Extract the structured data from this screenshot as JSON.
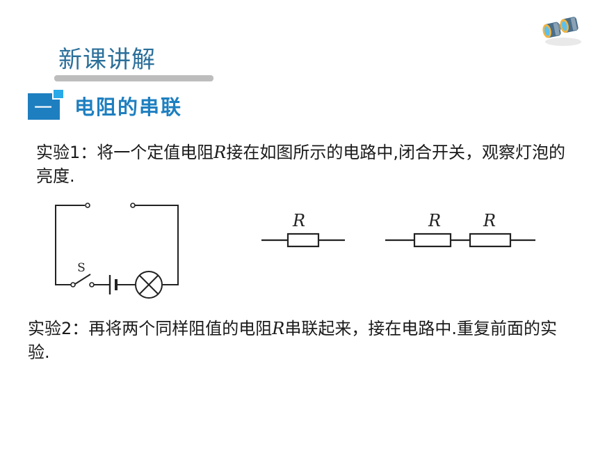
{
  "header": {
    "title": "新课讲解"
  },
  "section": {
    "badge": "一",
    "title": "电阻的串联"
  },
  "experiment1": {
    "prefix": "实验1：将一个定值电阻",
    "variable": "R",
    "suffix": "接在如图所示的电路中,闭合开关，观察灯泡的亮度."
  },
  "circuit": {
    "switch_label": "S"
  },
  "resistor_single": {
    "label": "R"
  },
  "resistor_series": {
    "label_left": "R",
    "label_right": "R"
  },
  "experiment2": {
    "prefix": "实验2：再将两个同样阻值的电阻",
    "variable": "R",
    "suffix": "串联起来，接在电路中.重复前面的实验."
  },
  "colors": {
    "header_text": "#2b6f9a",
    "section_title": "#1e7fc0",
    "badge_blue": "#1e7fc0",
    "badge_accent": "#29a9e8",
    "underline": "#bdbdbd"
  },
  "icons": {
    "top_right": "binoculars-icon"
  }
}
